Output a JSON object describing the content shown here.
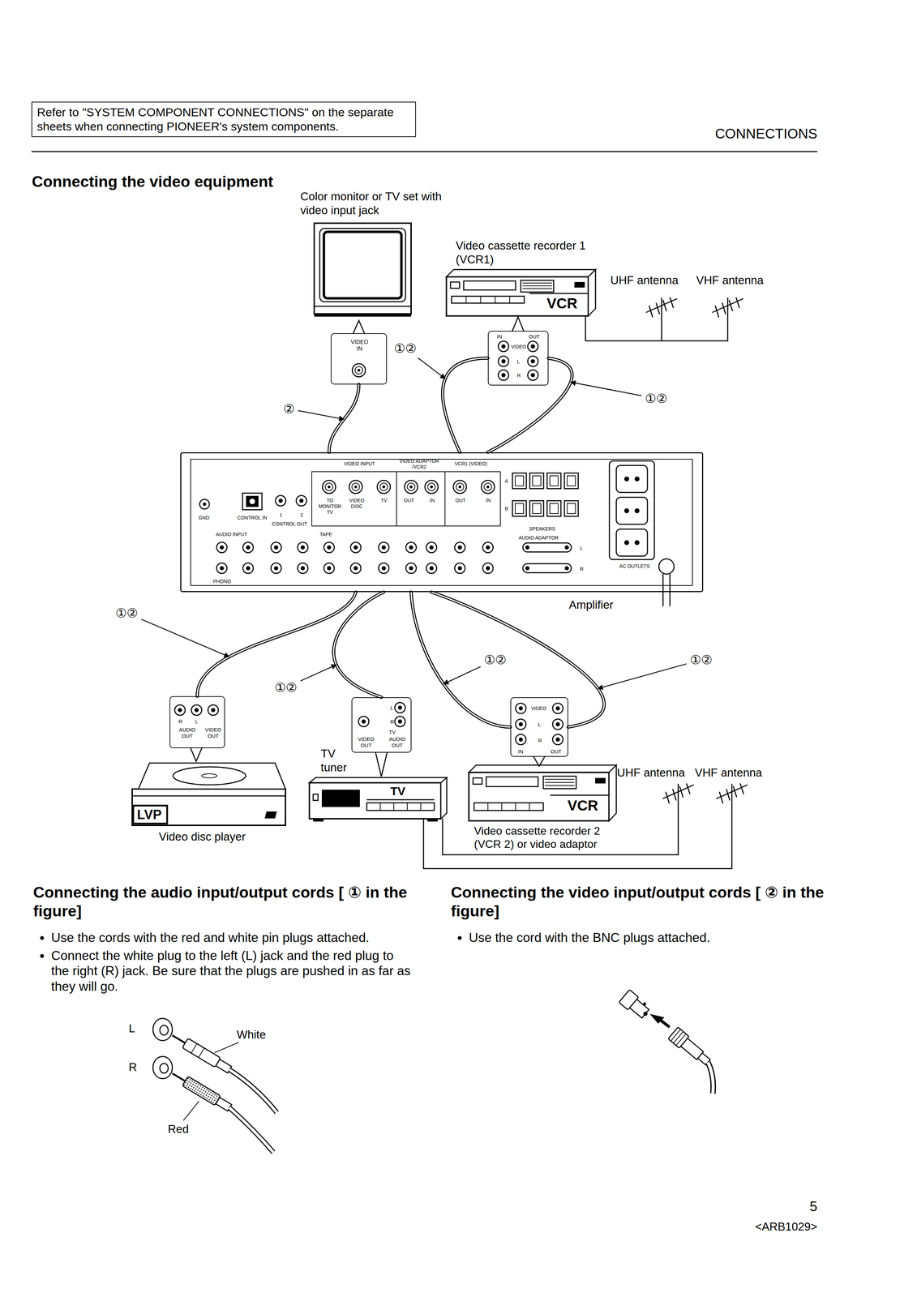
{
  "diagram": {
    "title": "Connecting the video equipment",
    "nodes": [
      {
        "text": [
          "Refer to \"SYSTEM COMPONENT CONNECTIONS\" on the separate sheets when connecting PIONEER's system components."
        ]
      },
      {
        "text": [
          "VIDEO IN"
        ]
      },
      {
        "text": [
          "IN",
          "OUT",
          "VIDEO",
          "L",
          "R"
        ]
      },
      {
        "text": [
          "VIDEO INPUT",
          "VIDEO ADAPTOR /VCR2",
          "VCR1 (VIDEO)",
          "TO MONITOR TV",
          "VIDEO DISC",
          "TV",
          "OUT",
          "IN",
          "OUT",
          "IN",
          "GND",
          "CONTROL IN",
          "1",
          "2",
          "CONTROL OUT",
          "AUDIO INPUT",
          "TAPE",
          "PHONO",
          "SPEAKERS",
          "A",
          "B",
          "AUDIO ADAPTOR",
          "L",
          "R",
          "AC OUTLETS",
          "Amplifier"
        ]
      },
      {
        "text": [
          "R",
          "L",
          "AUDIO OUT",
          "VIDEO OUT"
        ]
      },
      {
        "text": [
          "L",
          "R",
          "TV",
          "VIDEO OUT",
          "AUDIO OUT"
        ]
      },
      {
        "text": [
          "VIDEO",
          "L",
          "R",
          "IN",
          "OUT"
        ]
      }
    ],
    "edges": [
      {
        "from": 1,
        "to": 3,
        "label": "②",
        "arrow": "none"
      },
      {
        "from": 3,
        "to": 2,
        "label": "①②",
        "arrow": "none"
      },
      {
        "from": 2,
        "to": 3,
        "label": "①②",
        "arrow": "none"
      },
      {
        "from": 4,
        "to": 3,
        "label": "①②",
        "arrow": "none"
      },
      {
        "from": 5,
        "to": 3,
        "label": "①②",
        "arrow": "none"
      },
      {
        "from": 3,
        "to": 6,
        "label": "①②",
        "arrow": "none"
      },
      {
        "from": 6,
        "to": 3,
        "label": "①②",
        "arrow": "none"
      }
    ],
    "labels": [
      "CONNECTIONS",
      "Color monitor or TV set with video input jack",
      "Video cassette recorder 1 (VCR1)",
      "VCR",
      "UHF antenna",
      "VHF antenna",
      "LVP",
      "Video disc player",
      "TV tuner",
      "TV",
      "VCR",
      "UHF antenna",
      "VHF antenna",
      "Video cassette recorder 2 (VCR 2) or video adaptor",
      "Connecting the audio input/output cords [ ① in the figure]",
      "Use the cords with the red and white pin plugs attached.",
      "Connect the white plug to the left (L) jack and the red plug to the right (R) jack. Be sure that the plugs are pushed in as far as they will go.",
      "L",
      "R",
      "White",
      "Red",
      "Connecting the video input/output cords [ ② in the figure]",
      "Use the cord with the BNC plugs attached.",
      "5",
      "<ARB1029>"
    ]
  }
}
